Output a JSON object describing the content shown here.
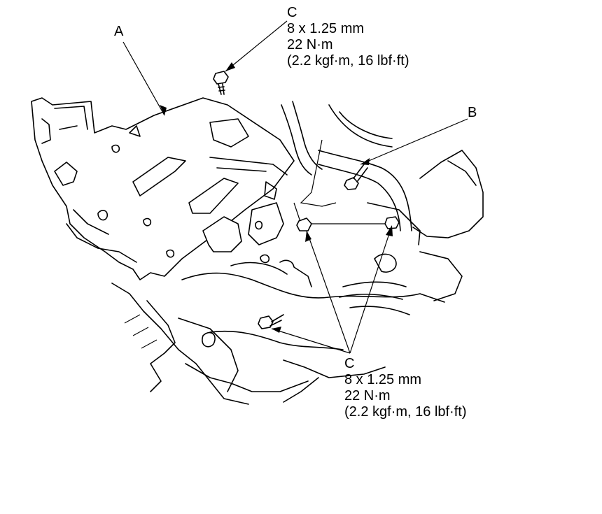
{
  "callouts": {
    "a": {
      "letter": "A"
    },
    "b": {
      "letter": "B"
    },
    "c_top": {
      "letter": "C",
      "size": "8 x 1.25 mm",
      "torque_nm": "22 N·m",
      "torque_alt": "(2.2 kgf·m, 16 lbf·ft)"
    },
    "c_bottom": {
      "letter": "C",
      "size": "8 x 1.25 mm",
      "torque_nm": "22 N·m",
      "torque_alt": "(2.2 kgf·m, 16 lbf·ft)"
    }
  }
}
